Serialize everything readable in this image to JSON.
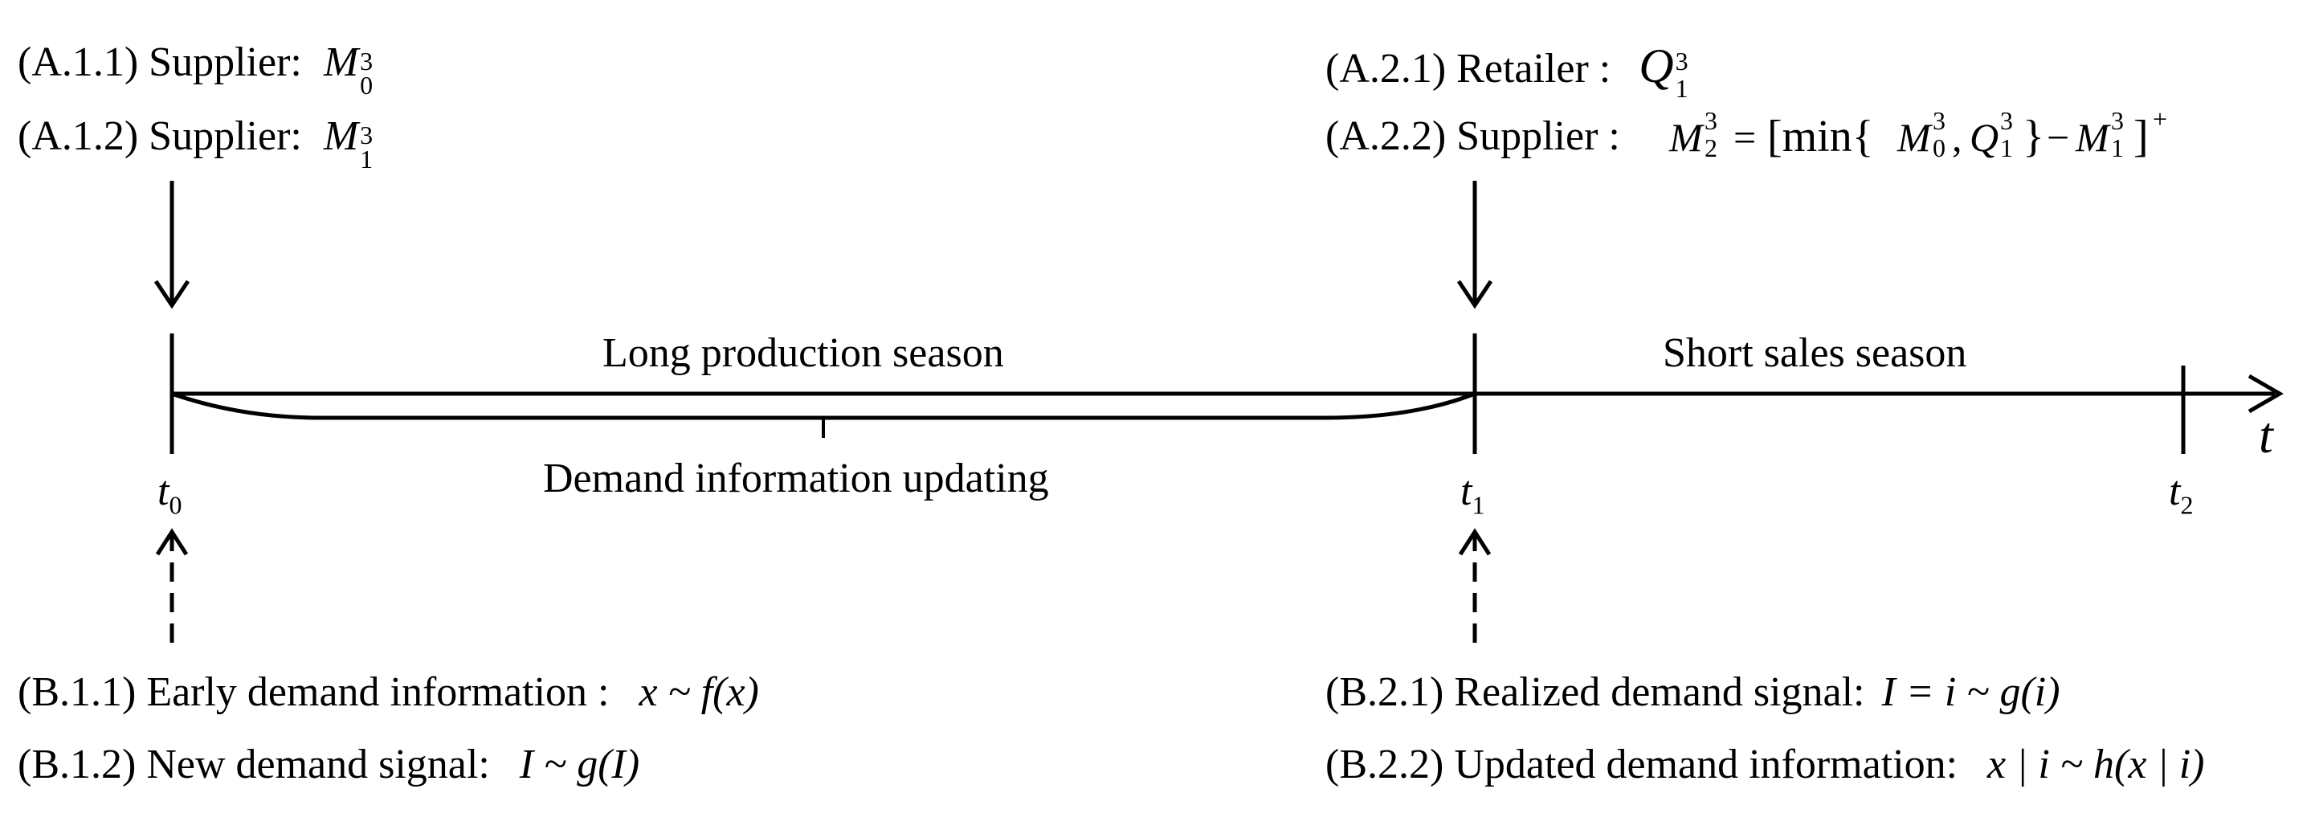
{
  "timeline": {
    "axis_var": "t",
    "ticks": [
      {
        "main": "t",
        "sub": "0"
      },
      {
        "main": "t",
        "sub": "1"
      },
      {
        "main": "t",
        "sub": "2"
      }
    ],
    "long_season": "Long production season",
    "short_season": "Short sales season",
    "updating": "Demand information updating"
  },
  "events_a": [
    {
      "tag": "(A.1.1) Supplier:",
      "var": "M",
      "sub": "0",
      "sup": "3"
    },
    {
      "tag": "(A.1.2) Supplier:",
      "var": "M",
      "sub": "1",
      "sup": "3"
    },
    {
      "tag": "(A.2.1) Retailer :",
      "var": "Q",
      "sub": "1",
      "sup": "3"
    },
    {
      "tag": "(A.2.2) Supplier :",
      "formula": {
        "lhs": "M",
        "lhs_sub": "2",
        "lhs_sup": "3",
        "eq": "=",
        "open": "[min{",
        "a": "M",
        "a_sub": "0",
        "a_sup": "3",
        "comma": ",",
        "b": "Q",
        "b_sub": "1",
        "b_sup": "3",
        "close1": "}",
        "minus": "−",
        "c": "M",
        "c_sub": "1",
        "c_sup": "3",
        "close2": "]",
        "plus": "+"
      }
    }
  ],
  "events_b": [
    {
      "tag": "(B.1.1) Early demand information :",
      "expr": "x ~ f(x)"
    },
    {
      "tag": "(B.1.2) New demand signal:",
      "expr": "I ~ g(I)"
    },
    {
      "tag": "(B.2.1) Realized demand signal:",
      "expr": "I = i ~ g(i)"
    },
    {
      "tag": "(B.2.2) Updated demand information:",
      "expr": "x | i ~ h(x | i)"
    }
  ]
}
